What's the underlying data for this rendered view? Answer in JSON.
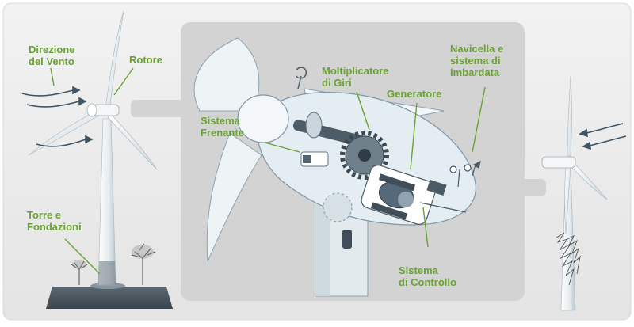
{
  "colors": {
    "label_green": "#6aa233",
    "panel_bg": "#e9e9e9",
    "inner_panel_bg": "#d4d4d4",
    "diagram_blue": "#dfeaf0",
    "line_blue": "#6d8ea3"
  },
  "labels": {
    "wind_direction": "Direzione\ndel Vento",
    "rotor": "Rotore",
    "tower": "Torre e\nFondazioni",
    "gearbox": "Moltiplicatore\ndi Giri",
    "generator": "Generatore",
    "nacelle": "Navicella e\nsistema di\nimbardata",
    "brake": "Sistema\nFrenante",
    "control": "Sistema\ndi Controllo"
  }
}
